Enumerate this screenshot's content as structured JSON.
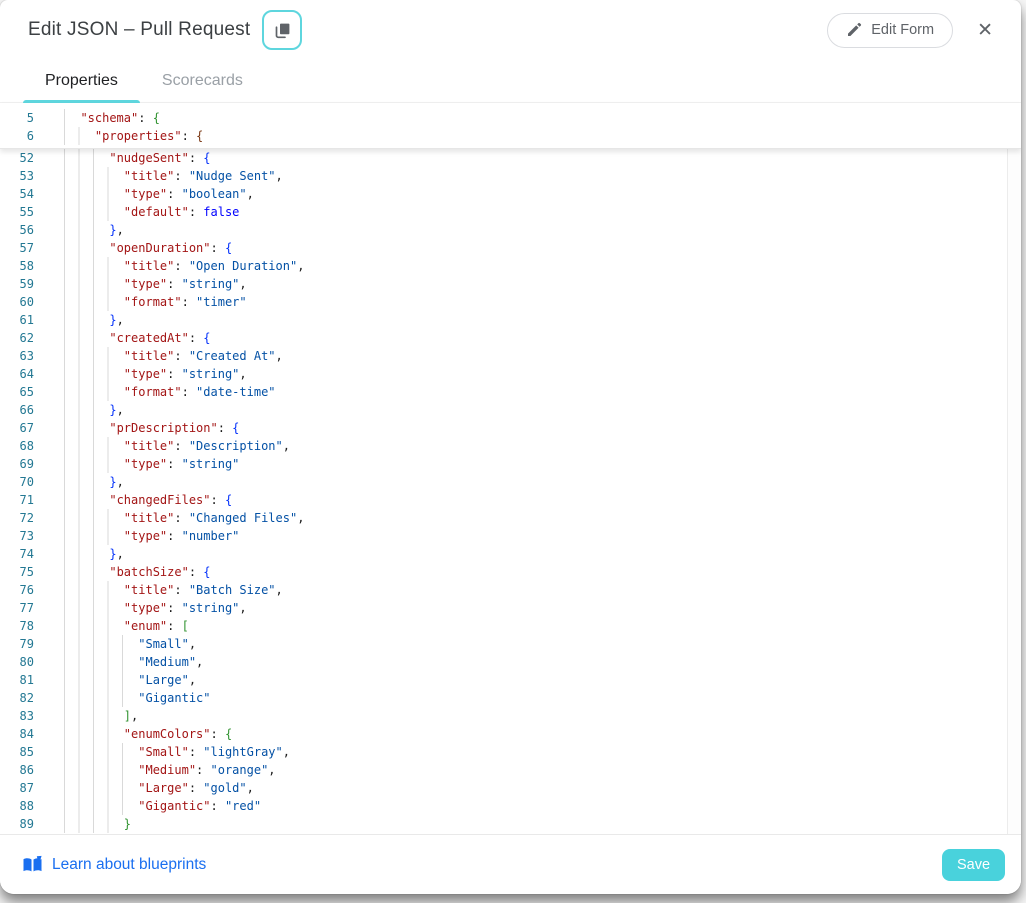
{
  "colors": {
    "accent_teal": "#49d2dc",
    "accent_light": "#5ed6de",
    "link_blue": "#1a6ff0",
    "syntax": {
      "key": "#a31515",
      "string_value": "#0451a5",
      "keyword": "#0000ff",
      "punctuation": "#1b1b1b",
      "bracket_blue": "#0431fa",
      "bracket_green": "#319331",
      "bracket_brown": "#7b3814",
      "line_number": "#237893"
    }
  },
  "header": {
    "title": "Edit JSON – Pull Request",
    "copy_icon": "copy-icon",
    "edit_form_label": "Edit Form",
    "edit_form_icon": "pencil-icon",
    "close_glyph": "✕"
  },
  "tabs": [
    {
      "label": "Properties",
      "active": true
    },
    {
      "label": "Scorecards",
      "active": false
    }
  ],
  "editor": {
    "sticky_lines": [
      {
        "n": 5,
        "i": 1,
        "t": [
          [
            "k",
            "\"schema\""
          ],
          [
            "p",
            ": "
          ],
          [
            "bg",
            "{"
          ]
        ]
      },
      {
        "n": 6,
        "i": 2,
        "t": [
          [
            "k",
            "\"properties\""
          ],
          [
            "p",
            ": "
          ],
          [
            "bn",
            "{"
          ]
        ]
      }
    ],
    "lines": [
      {
        "n": 52,
        "i": 3,
        "t": [
          [
            "k",
            "\"nudgeSent\""
          ],
          [
            "p",
            ": "
          ],
          [
            "bb",
            "{"
          ]
        ]
      },
      {
        "n": 53,
        "i": 4,
        "t": [
          [
            "k",
            "\"title\""
          ],
          [
            "p",
            ": "
          ],
          [
            "s",
            "\"Nudge Sent\""
          ],
          [
            "p",
            ","
          ]
        ]
      },
      {
        "n": 54,
        "i": 4,
        "t": [
          [
            "k",
            "\"type\""
          ],
          [
            "p",
            ": "
          ],
          [
            "s",
            "\"boolean\""
          ],
          [
            "p",
            ","
          ]
        ]
      },
      {
        "n": 55,
        "i": 4,
        "t": [
          [
            "k",
            "\"default\""
          ],
          [
            "p",
            ": "
          ],
          [
            "kw",
            "false"
          ]
        ]
      },
      {
        "n": 56,
        "i": 3,
        "t": [
          [
            "bb",
            "}"
          ],
          [
            "p",
            ","
          ]
        ]
      },
      {
        "n": 57,
        "i": 3,
        "t": [
          [
            "k",
            "\"openDuration\""
          ],
          [
            "p",
            ": "
          ],
          [
            "bb",
            "{"
          ]
        ]
      },
      {
        "n": 58,
        "i": 4,
        "t": [
          [
            "k",
            "\"title\""
          ],
          [
            "p",
            ": "
          ],
          [
            "s",
            "\"Open Duration\""
          ],
          [
            "p",
            ","
          ]
        ]
      },
      {
        "n": 59,
        "i": 4,
        "t": [
          [
            "k",
            "\"type\""
          ],
          [
            "p",
            ": "
          ],
          [
            "s",
            "\"string\""
          ],
          [
            "p",
            ","
          ]
        ]
      },
      {
        "n": 60,
        "i": 4,
        "t": [
          [
            "k",
            "\"format\""
          ],
          [
            "p",
            ": "
          ],
          [
            "s",
            "\"timer\""
          ]
        ]
      },
      {
        "n": 61,
        "i": 3,
        "t": [
          [
            "bb",
            "}"
          ],
          [
            "p",
            ","
          ]
        ]
      },
      {
        "n": 62,
        "i": 3,
        "t": [
          [
            "k",
            "\"createdAt\""
          ],
          [
            "p",
            ": "
          ],
          [
            "bb",
            "{"
          ]
        ]
      },
      {
        "n": 63,
        "i": 4,
        "t": [
          [
            "k",
            "\"title\""
          ],
          [
            "p",
            ": "
          ],
          [
            "s",
            "\"Created At\""
          ],
          [
            "p",
            ","
          ]
        ]
      },
      {
        "n": 64,
        "i": 4,
        "t": [
          [
            "k",
            "\"type\""
          ],
          [
            "p",
            ": "
          ],
          [
            "s",
            "\"string\""
          ],
          [
            "p",
            ","
          ]
        ]
      },
      {
        "n": 65,
        "i": 4,
        "t": [
          [
            "k",
            "\"format\""
          ],
          [
            "p",
            ": "
          ],
          [
            "s",
            "\"date-time\""
          ]
        ]
      },
      {
        "n": 66,
        "i": 3,
        "t": [
          [
            "bb",
            "}"
          ],
          [
            "p",
            ","
          ]
        ]
      },
      {
        "n": 67,
        "i": 3,
        "t": [
          [
            "k",
            "\"prDescription\""
          ],
          [
            "p",
            ": "
          ],
          [
            "bb",
            "{"
          ]
        ]
      },
      {
        "n": 68,
        "i": 4,
        "t": [
          [
            "k",
            "\"title\""
          ],
          [
            "p",
            ": "
          ],
          [
            "s",
            "\"Description\""
          ],
          [
            "p",
            ","
          ]
        ]
      },
      {
        "n": 69,
        "i": 4,
        "t": [
          [
            "k",
            "\"type\""
          ],
          [
            "p",
            ": "
          ],
          [
            "s",
            "\"string\""
          ]
        ]
      },
      {
        "n": 70,
        "i": 3,
        "t": [
          [
            "bb",
            "}"
          ],
          [
            "p",
            ","
          ]
        ]
      },
      {
        "n": 71,
        "i": 3,
        "t": [
          [
            "k",
            "\"changedFiles\""
          ],
          [
            "p",
            ": "
          ],
          [
            "bb",
            "{"
          ]
        ]
      },
      {
        "n": 72,
        "i": 4,
        "t": [
          [
            "k",
            "\"title\""
          ],
          [
            "p",
            ": "
          ],
          [
            "s",
            "\"Changed Files\""
          ],
          [
            "p",
            ","
          ]
        ]
      },
      {
        "n": 73,
        "i": 4,
        "t": [
          [
            "k",
            "\"type\""
          ],
          [
            "p",
            ": "
          ],
          [
            "s",
            "\"number\""
          ]
        ]
      },
      {
        "n": 74,
        "i": 3,
        "t": [
          [
            "bb",
            "}"
          ],
          [
            "p",
            ","
          ]
        ]
      },
      {
        "n": 75,
        "i": 3,
        "t": [
          [
            "k",
            "\"batchSize\""
          ],
          [
            "p",
            ": "
          ],
          [
            "bb",
            "{"
          ]
        ]
      },
      {
        "n": 76,
        "i": 4,
        "t": [
          [
            "k",
            "\"title\""
          ],
          [
            "p",
            ": "
          ],
          [
            "s",
            "\"Batch Size\""
          ],
          [
            "p",
            ","
          ]
        ]
      },
      {
        "n": 77,
        "i": 4,
        "t": [
          [
            "k",
            "\"type\""
          ],
          [
            "p",
            ": "
          ],
          [
            "s",
            "\"string\""
          ],
          [
            "p",
            ","
          ]
        ]
      },
      {
        "n": 78,
        "i": 4,
        "t": [
          [
            "k",
            "\"enum\""
          ],
          [
            "p",
            ": "
          ],
          [
            "bg",
            "["
          ]
        ]
      },
      {
        "n": 79,
        "i": 5,
        "t": [
          [
            "s",
            "\"Small\""
          ],
          [
            "p",
            ","
          ]
        ]
      },
      {
        "n": 80,
        "i": 5,
        "t": [
          [
            "s",
            "\"Medium\""
          ],
          [
            "p",
            ","
          ]
        ]
      },
      {
        "n": 81,
        "i": 5,
        "t": [
          [
            "s",
            "\"Large\""
          ],
          [
            "p",
            ","
          ]
        ]
      },
      {
        "n": 82,
        "i": 5,
        "t": [
          [
            "s",
            "\"Gigantic\""
          ]
        ]
      },
      {
        "n": 83,
        "i": 4,
        "t": [
          [
            "bg",
            "]"
          ],
          [
            "p",
            ","
          ]
        ]
      },
      {
        "n": 84,
        "i": 4,
        "t": [
          [
            "k",
            "\"enumColors\""
          ],
          [
            "p",
            ": "
          ],
          [
            "bg",
            "{"
          ]
        ]
      },
      {
        "n": 85,
        "i": 5,
        "t": [
          [
            "k",
            "\"Small\""
          ],
          [
            "p",
            ": "
          ],
          [
            "s",
            "\"lightGray\""
          ],
          [
            "p",
            ","
          ]
        ]
      },
      {
        "n": 86,
        "i": 5,
        "t": [
          [
            "k",
            "\"Medium\""
          ],
          [
            "p",
            ": "
          ],
          [
            "s",
            "\"orange\""
          ],
          [
            "p",
            ","
          ]
        ]
      },
      {
        "n": 87,
        "i": 5,
        "t": [
          [
            "k",
            "\"Large\""
          ],
          [
            "p",
            ": "
          ],
          [
            "s",
            "\"gold\""
          ],
          [
            "p",
            ","
          ]
        ]
      },
      {
        "n": 88,
        "i": 5,
        "t": [
          [
            "k",
            "\"Gigantic\""
          ],
          [
            "p",
            ": "
          ],
          [
            "s",
            "\"red\""
          ]
        ]
      },
      {
        "n": 89,
        "i": 4,
        "t": [
          [
            "bg",
            "}"
          ]
        ]
      }
    ]
  },
  "footer": {
    "learn_link": "Learn about blueprints",
    "learn_icon": "book-icon",
    "save_label": "Save"
  }
}
